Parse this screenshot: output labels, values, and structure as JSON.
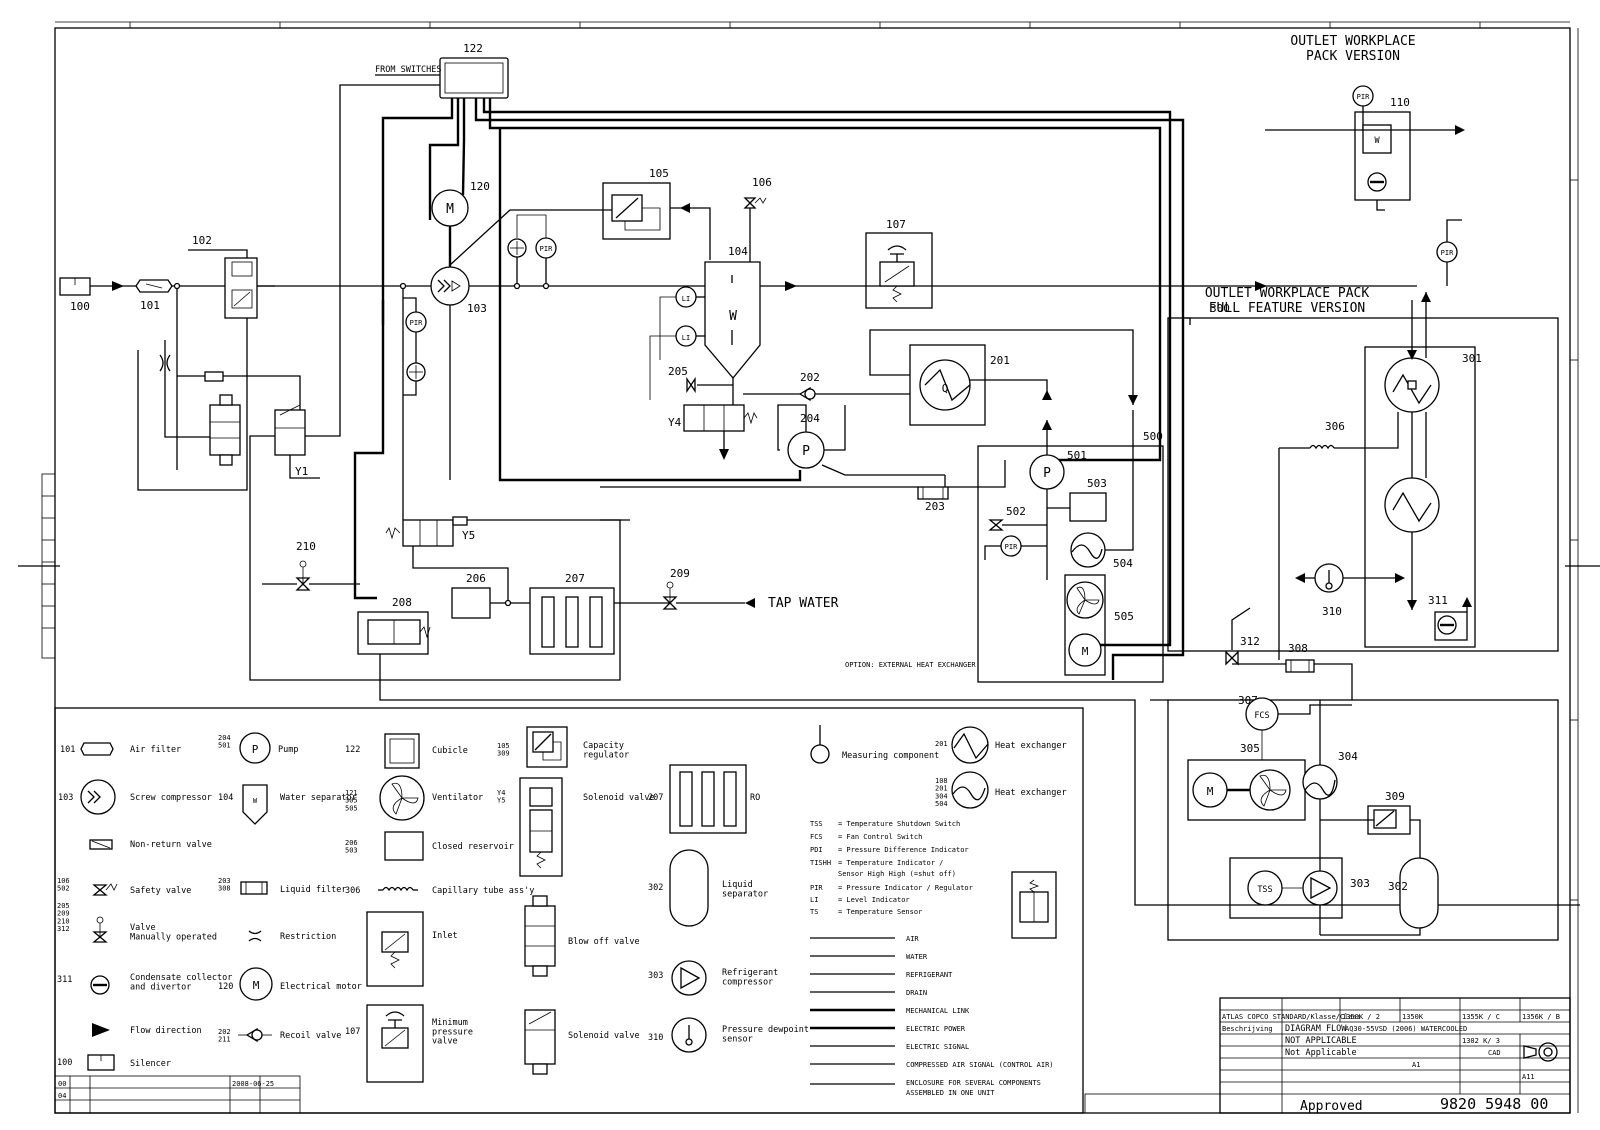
{
  "top_title": {
    "line1": "OUTLET WORKPLACE",
    "line2": "PACK VERSION"
  },
  "full_title": {
    "line1": "OUTLET WORKPLACE PACK",
    "line2": "FULL FEATURE VERSION"
  },
  "labels": {
    "from_switches": "FROM SWITCHES",
    "tap_water": "TAP WATER",
    "option_ext": "OPTION: EXTERNAL HEAT EXCHANGER"
  },
  "tags": {
    "t100": "100",
    "t101": "101",
    "t102": "102",
    "t103": "103",
    "t104": "104",
    "t105": "105",
    "t106": "106",
    "t107": "107",
    "t110": "110",
    "t120": "120",
    "t122": "122",
    "t201": "201",
    "t202": "202",
    "t203": "203",
    "t204": "204",
    "t205": "205",
    "t206": "206",
    "t207": "207",
    "t208": "208",
    "t209": "209",
    "t210": "210",
    "t300": "300",
    "t301": "301",
    "t302": "302",
    "t303": "303",
    "t304": "304",
    "t305": "305",
    "t306": "306",
    "t307": "307",
    "t308": "308",
    "t309": "309",
    "t310": "310",
    "t311": "311",
    "t312": "312",
    "t500": "500",
    "t501": "501",
    "t502": "502",
    "t503": "503",
    "t504": "504",
    "t505": "505",
    "y1": "Y1",
    "y4": "Y4",
    "y5": "Y5",
    "pir": "PIR",
    "li": "LI",
    "fcs": "FCS",
    "tss": "TSS",
    "m": "M",
    "p": "P",
    "w": "W"
  },
  "legend": {
    "col1": [
      {
        "num": "101",
        "text": "Air filter"
      },
      {
        "num": "103",
        "text": "Screw compressor"
      },
      {
        "num": "",
        "text": "Non-return valve"
      },
      {
        "num": "106\n502",
        "text": "Safety valve"
      },
      {
        "num": "205\n209\n210\n312",
        "text": "Valve\nManually operated"
      },
      {
        "num": "311",
        "text": "Condensate collector\nand divertor"
      },
      {
        "num": "",
        "text": "Flow direction"
      },
      {
        "num": "100",
        "text": "Silencer"
      }
    ],
    "col2": [
      {
        "num": "204\n501",
        "text": "Pump"
      },
      {
        "num": "104",
        "text": "Water separator"
      },
      {
        "num": "",
        "text": ""
      },
      {
        "num": "203\n308",
        "text": "Liquid filter"
      },
      {
        "num": "",
        "text": "Restriction"
      },
      {
        "num": "120",
        "text": "Electrical motor"
      },
      {
        "num": "202\n211",
        "text": "Recoil valve"
      }
    ],
    "col3": [
      {
        "num": "122",
        "text": "Cubicle"
      },
      {
        "num": "121\n305\n505",
        "text": "Ventilator"
      },
      {
        "num": "206\n503",
        "text": "Closed reservoir"
      },
      {
        "num": "306",
        "text": "Capillary tube ass'y"
      },
      {
        "num": "",
        "text": "Inlet"
      },
      {
        "num": "107",
        "text": "Minimum\npressure\nvalve"
      }
    ],
    "col4": [
      {
        "num": "105\n309",
        "text": "Capacity\nregulator"
      },
      {
        "num": "Y4\nY5",
        "text": "Solenoid valve"
      },
      {
        "num": "",
        "text": "Blow off valve"
      },
      {
        "num": "",
        "text": "Solenoid valve"
      }
    ],
    "col5": [
      {
        "num": "207",
        "text": "RO"
      },
      {
        "num": "302",
        "text": "Liquid\nseparator"
      },
      {
        "num": "303",
        "text": "Refrigerant\ncompressor"
      },
      {
        "num": "310",
        "text": "Pressure dewpoint\nsensor"
      }
    ],
    "col6": [
      {
        "num": "",
        "text": "Measuring component"
      },
      {
        "num": "201",
        "text": "Heat exchanger"
      },
      {
        "num": "108\n201\n304\n504",
        "text": "Heat exchanger"
      }
    ],
    "abbrev": [
      {
        "k": "TSS",
        "v": "= Temperature Shutdown Switch"
      },
      {
        "k": "FCS",
        "v": "= Fan Control Switch"
      },
      {
        "k": "PDI",
        "v": "= Pressure Difference Indicator"
      },
      {
        "k": "TISHH",
        "v": "= Temperature Indicator /"
      },
      {
        "k": "",
        "v": "  Sensor High High (=shut off)"
      },
      {
        "k": "PIR",
        "v": "= Pressure Indicator / Regulator"
      },
      {
        "k": "LI",
        "v": "= Level Indicator"
      },
      {
        "k": "TS",
        "v": "= Temperature Sensor"
      }
    ],
    "lines": [
      "AIR",
      "WATER",
      "REFRIGERANT",
      "DRAIN",
      "MECHANICAL LINK",
      "ELECTRIC POWER",
      "ELECTRIC SIGNAL",
      "COMPRESSED AIR SIGNAL (CONTROL AIR)",
      "ENCLOSURE FOR SEVERAL COMPONENTS",
      "ASSEMBLED IN ONE UNIT"
    ]
  },
  "titleblock": {
    "company": "ATLAS COPCO STANDARD/Klasse/Class",
    "desc_label": "Beschrijving",
    "desc": "DIAGRAM FLOW",
    "model": "AQ30-55VSD (2006) WATERCOOLED",
    "material": "NOT APPLICABLE",
    "treatment": "Not Applicable",
    "size": "A1",
    "scale": "1302 K/ 3",
    "cad": "CAD",
    "doc_number": "9820 5948 00",
    "stamp": "Approved",
    "sheet": "A11",
    "codes": [
      "1350K / 2",
      "1350K",
      "1355K / C",
      "1356K / B"
    ]
  },
  "revisions": {
    "r1": "00",
    "r2": "04",
    "date": "2008-06-25"
  }
}
